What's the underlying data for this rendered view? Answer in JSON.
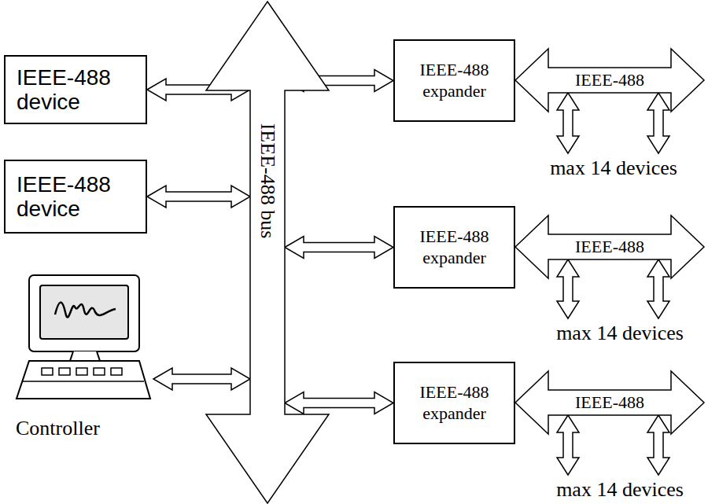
{
  "diagram": {
    "nodes": [
      {
        "text": [
          "IEEE-488 device"
        ]
      },
      {
        "text": [
          "IEEE-488 device"
        ]
      },
      {
        "text": [
          "Controller"
        ]
      },
      {
        "text": [
          "IEEE-488 bus"
        ]
      },
      {
        "text": [
          "IEEE-488 expander"
        ]
      },
      {
        "text": [
          "IEEE-488"
        ]
      },
      {
        "text": [
          "IEEE-488 expander"
        ]
      },
      {
        "text": [
          "IEEE-488"
        ]
      },
      {
        "text": [
          "IEEE-488 expander"
        ]
      },
      {
        "text": [
          "IEEE-488"
        ]
      }
    ],
    "edges": [
      {
        "from": 0,
        "to": 3,
        "arrow": "both"
      },
      {
        "from": 1,
        "to": 3,
        "arrow": "both"
      },
      {
        "from": 2,
        "to": 3,
        "arrow": "both"
      },
      {
        "from": 3,
        "to": 4,
        "arrow": "both"
      },
      {
        "from": 3,
        "to": 6,
        "arrow": "both"
      },
      {
        "from": 3,
        "to": 8,
        "arrow": "both"
      }
    ],
    "labels": [
      "max 14 devices",
      "max 14 devices",
      "max 14 devices"
    ]
  }
}
